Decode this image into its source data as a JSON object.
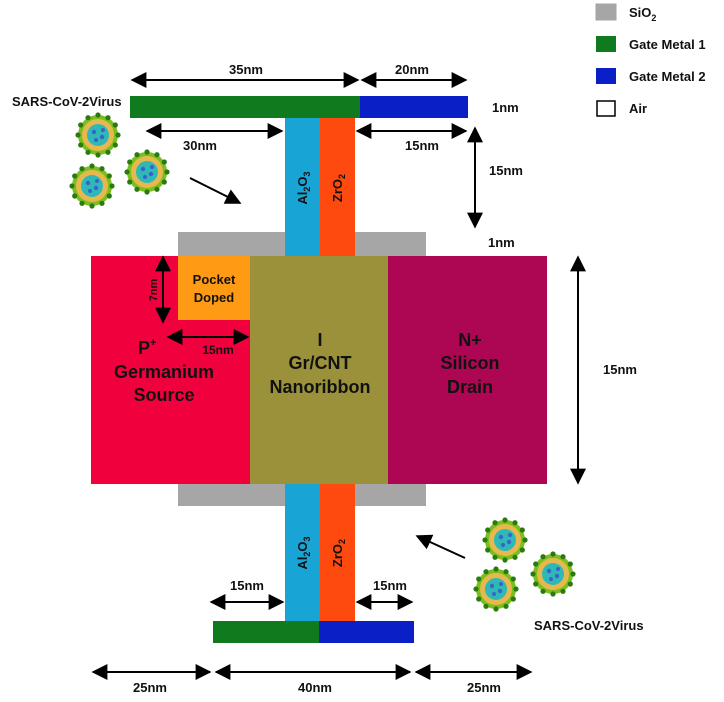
{
  "legend": [
    {
      "label": "SiO",
      "sub": "2",
      "color": "#a6a6a6"
    },
    {
      "label": "Gate Metal 1",
      "sub": "",
      "color": "#0f7a1e"
    },
    {
      "label": "Gate Metal 2",
      "sub": "",
      "color": "#0b1fc7"
    },
    {
      "label": "Air",
      "sub": "",
      "color": "#ffffff"
    }
  ],
  "regions": {
    "source": {
      "line1": "P",
      "sup": "+",
      "line2": "Germanium",
      "line3": "Source",
      "color": "#f0003c"
    },
    "channel": {
      "line1": "I",
      "line2": "Gr/CNT",
      "line3": "Nanoribbon",
      "color": "#9a913a"
    },
    "drain": {
      "line1": "N+",
      "line2": "Silicon",
      "line3": "Drain",
      "color": "#ad0652"
    },
    "pocket": {
      "line1": "Pocket",
      "line2": "Doped",
      "color": "#ff9a14"
    }
  },
  "oxides": {
    "al2o3": {
      "a": "Al",
      "b": "2",
      "c": "O",
      "d": "3",
      "color": "#18a5d6"
    },
    "zro2": {
      "a": "ZrO",
      "b": "2",
      "color": "#ff4a0f"
    }
  },
  "dimensions": {
    "top_left_gate": "35nm",
    "top_right_gate": "20nm",
    "top_left_inner": "30nm",
    "top_right_inner": "15nm",
    "gate_thickness": "1nm",
    "oxide_height": "15nm",
    "sio2_thickness": "1nm",
    "pocket_height": "7nm",
    "pocket_width": "15nm",
    "body_height": "15nm",
    "bottom_left_inner": "15nm",
    "bottom_right_inner": "15nm",
    "bottom_left": "25nm",
    "bottom_mid": "40nm",
    "bottom_right": "25nm"
  },
  "virus_label_top": "SARS-CoV-2Virus",
  "virus_label_bottom": "SARS-CoV-2Virus"
}
